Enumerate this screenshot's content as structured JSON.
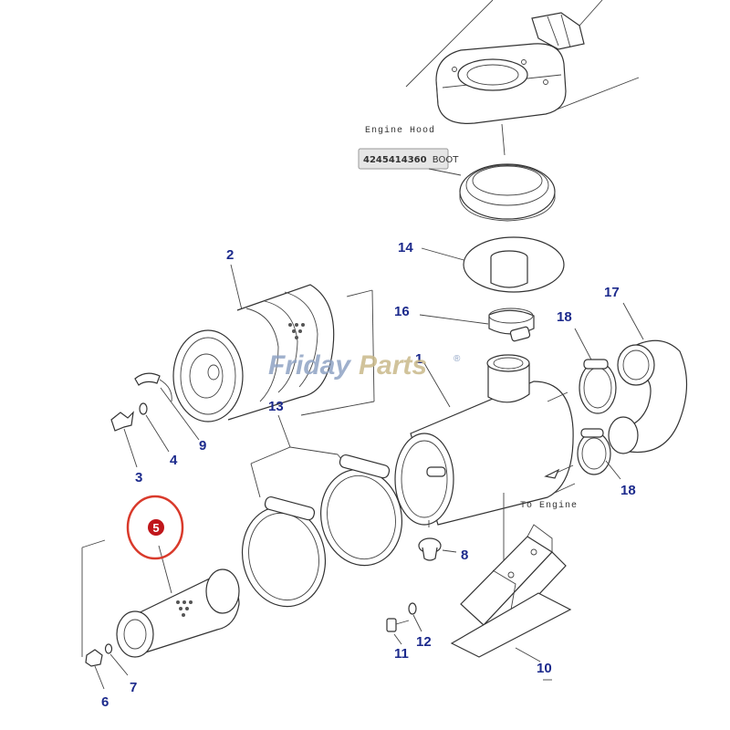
{
  "labels": {
    "l2": "2",
    "l3": "3",
    "l4": "4",
    "l5": "5",
    "l6": "6",
    "l7": "7",
    "l8": "8",
    "l9": "9",
    "l10": "10",
    "l11": "11",
    "l12": "12",
    "l13": "13",
    "l14": "14",
    "l16": "16",
    "l17": "17",
    "l18a": "18",
    "l18b": "18",
    "l1": "1"
  },
  "notes": {
    "engine_hood": "Engine Hood",
    "to_engine": "To Engine"
  },
  "tooltip": {
    "part_number": "4245414360",
    "part_name": "BOOT"
  },
  "watermark": {
    "part1": "Friday",
    "part2": "Parts",
    "mark": "®"
  },
  "highlight": {
    "color": "#d93a2b",
    "badge_color": "#c0161b"
  },
  "label_color": "#1c2a8c"
}
